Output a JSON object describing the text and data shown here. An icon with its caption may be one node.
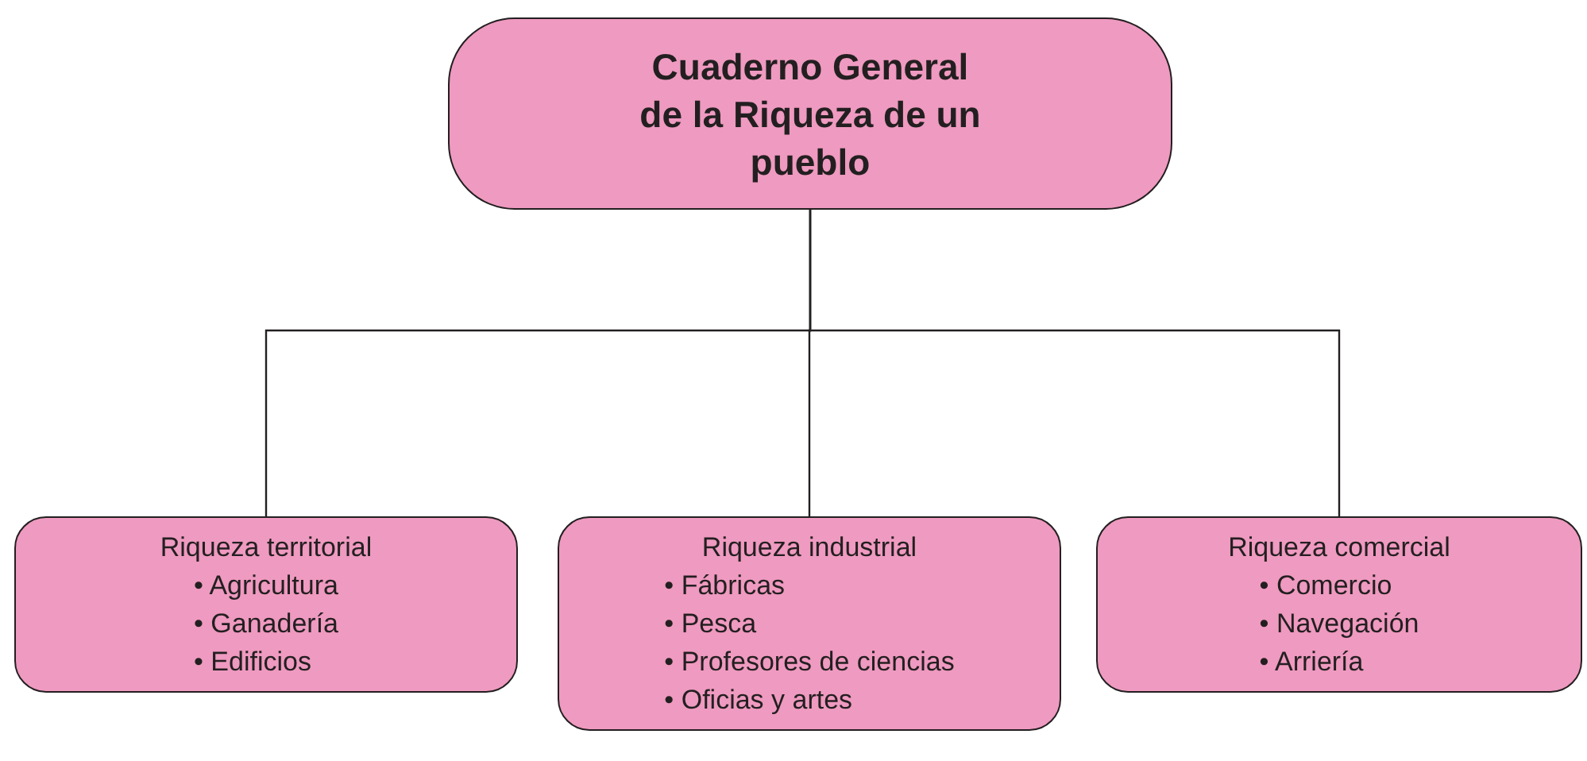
{
  "diagram": {
    "nodes": [
      {
        "text": [
          "Cuaderno General de la Riqueza de un pueblo"
        ]
      },
      {
        "text": [
          "Riqueza territorial",
          "• Agricultura",
          "• Ganadería",
          "• Edificios"
        ]
      },
      {
        "text": [
          "Riqueza industrial",
          "• Fábricas",
          "• Pesca",
          "• Profesores de ciencias",
          "• Oficias y artes"
        ]
      },
      {
        "text": [
          "Riqueza comercial",
          "• Comercio",
          "• Navegación",
          "• Arriería"
        ]
      }
    ],
    "edges": [
      {
        "from": 0,
        "to": 1,
        "arrow": "none"
      },
      {
        "from": 0,
        "to": 2,
        "arrow": "none"
      },
      {
        "from": 0,
        "to": 3,
        "arrow": "none"
      }
    ]
  }
}
